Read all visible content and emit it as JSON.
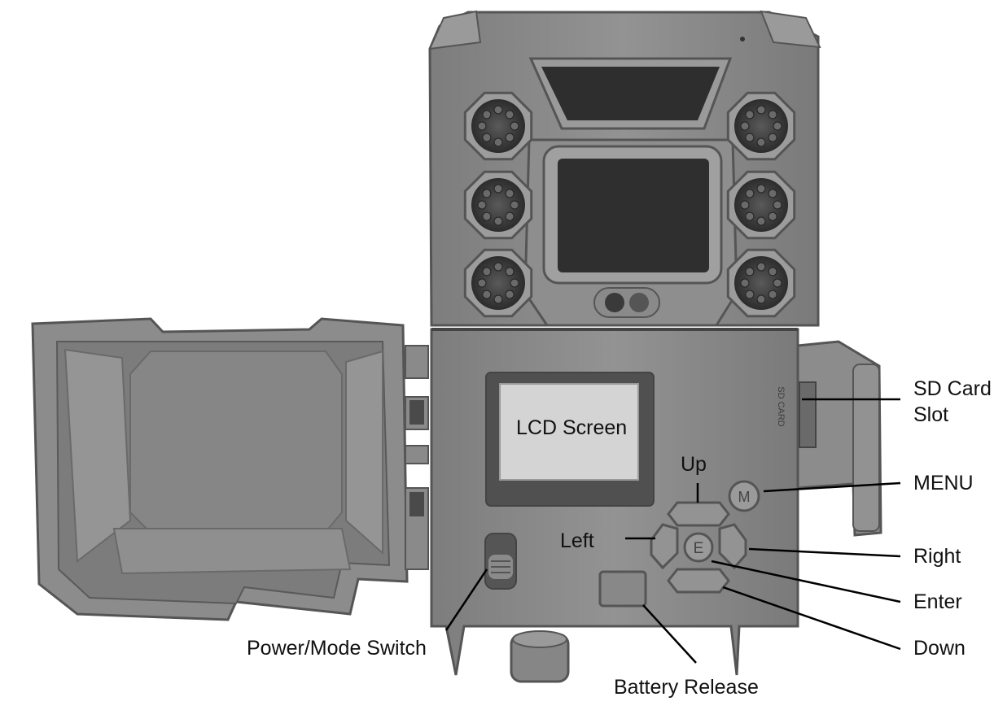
{
  "labels": {
    "lcd": "LCD Screen",
    "up": "Up",
    "left": "Left",
    "sd_line1": "SD Card",
    "sd_line2": "Slot",
    "menu": "MENU",
    "right": "Right",
    "enter": "Enter",
    "down": "Down",
    "power": "Power/Mode Switch",
    "battery": "Battery Release"
  },
  "button_letters": {
    "menu": "M",
    "enter": "E"
  },
  "body_print": {
    "sd_card": "SD CARD"
  },
  "colors": {
    "body": "#8a8a8a",
    "body_dark": "#6e6e6e",
    "body_light": "#a6a6a6",
    "panel": "#555555",
    "screen": "#d2d2d2",
    "lens": "#3a3a3a",
    "leader": "#000000"
  },
  "icons": [
    "ir-led-cluster-icon",
    "camera-lens-icon",
    "pir-sensor-icon",
    "light-sensor-icon"
  ]
}
